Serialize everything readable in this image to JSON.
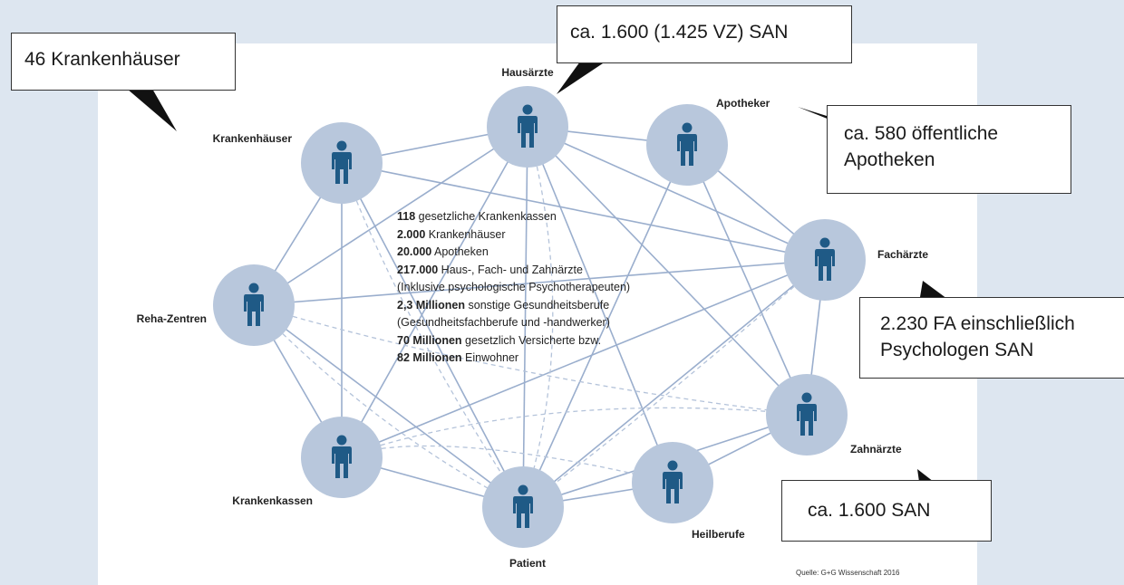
{
  "nodes": {
    "hausaerzte": "Hausärzte",
    "apotheker": "Apotheker",
    "krankenhaeuser": "Krankenhäuser",
    "fachaerzte": "Fachärzte",
    "reha": "Reha-Zentren",
    "zahnaerzte": "Zahnärzte",
    "krankenkassen": "Krankenkassen",
    "heilberufe": "Heilberufe",
    "patient": "Patient"
  },
  "stats": [
    {
      "bold": "118",
      "text": " gesetzliche Krankenkassen"
    },
    {
      "bold": "2.000",
      "text": " Krankenhäuser"
    },
    {
      "bold": "20.000",
      "text": " Apotheken"
    },
    {
      "bold": "217.000",
      "text": " Haus-, Fach- und Zahnärzte"
    },
    {
      "bold": "",
      "text": "(Inklusive psychologische Psychotherapeuten)"
    },
    {
      "bold": "2,3 Millionen",
      "text": " sonstige Gesundheitsberufe"
    },
    {
      "bold": "",
      "text": "(Gesundheitsfachberufe und -handwerker)"
    },
    {
      "bold": "70 Millionen",
      "text": " gesetzlich Versicherte bzw."
    },
    {
      "bold": "82 Millionen",
      "text": " Einwohner"
    }
  ],
  "callouts": {
    "krankenhaeuser": "46 Krankenhäuser",
    "hausaerzte": "ca. 1.600 (1.425 VZ) SAN",
    "apotheken_line1": "ca. 580 öffentliche",
    "apotheken_line2": "Apotheken",
    "fachaerzte_line1": "2.230 FA einschließlich",
    "fachaerzte_line2": "Psychologen SAN",
    "zahnaerzte": "ca. 1.600 SAN"
  },
  "source": "Quelle: G+G Wissenschaft 2016",
  "colors": {
    "node_circle": "#b8c7dc",
    "person_icon": "#1f5a86",
    "link_line": "#9aaecd",
    "panel_background": "#dde6f0"
  },
  "icons": [
    "person-icon"
  ]
}
